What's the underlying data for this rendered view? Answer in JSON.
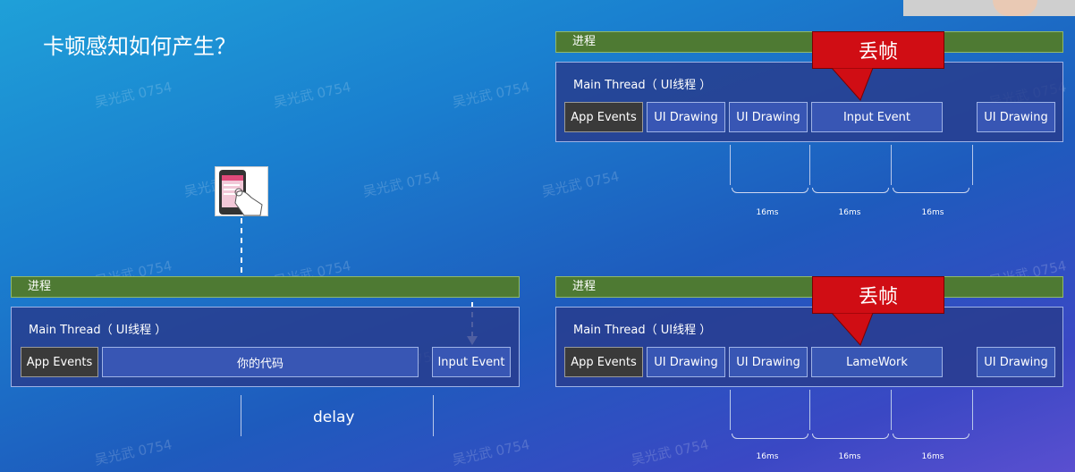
{
  "title": "卡顿感知如何产生？",
  "watermark": "吴光武 0754",
  "process_label": "进程",
  "main_thread_label": "Main Thread（ UI线程 ）",
  "drop_frame_label": "丢帧",
  "delay_label": "delay",
  "frame_time": "16ms",
  "left_diagram": {
    "app_events": "App Events",
    "your_code": "你的代码",
    "input_event": "Input Event"
  },
  "top_right_diagram": {
    "boxes": [
      "App Events",
      "UI Drawing",
      "UI Drawing",
      "Input Event",
      "UI Drawing"
    ]
  },
  "bottom_right_diagram": {
    "boxes": [
      "App Events",
      "UI Drawing",
      "UI Drawing",
      "LameWork",
      "UI Drawing"
    ]
  },
  "icons": {
    "phone": "touch-phone-icon"
  },
  "colors": {
    "process_bar": "#4e7a33",
    "panel": "#283c8c",
    "callout": "#d00d14",
    "dark_box": "#3a3a3a"
  }
}
